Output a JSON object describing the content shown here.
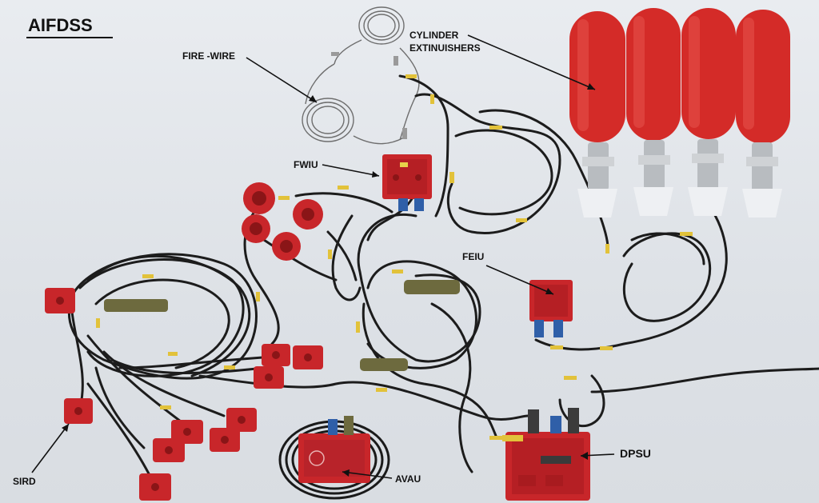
{
  "title": "AIFDSS",
  "labels": {
    "fire_wire": "FIRE -WIRE",
    "cylinder_line1": "CYLINDER",
    "cylinder_line2": "EXTINUISHERS",
    "fwiu": "FWIU",
    "feiu": "FEIU",
    "dpsu": "DPSU",
    "sird": "SIRD",
    "avau": "AVAU"
  },
  "colors": {
    "background": "#dfe3e8",
    "unit_red": "#c8262a",
    "cylinder_red": "#d42b28",
    "cable": "#1c1c1c",
    "sleeve_yellow": "#e2c23a",
    "connector_blue": "#2f5fa8",
    "metal": "#b8bcc0"
  }
}
